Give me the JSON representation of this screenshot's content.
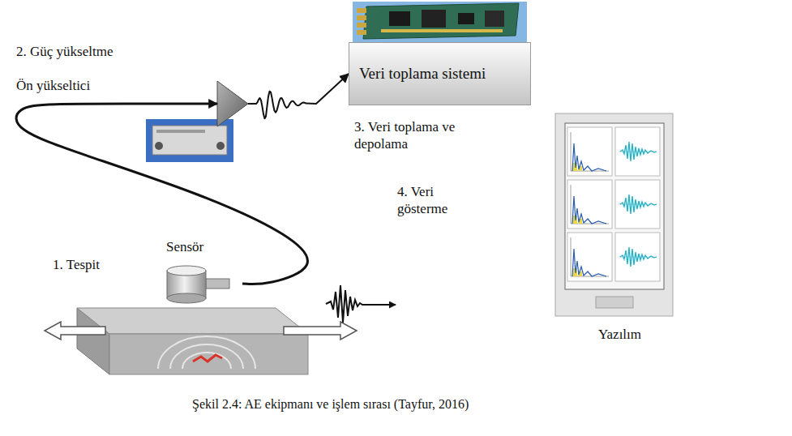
{
  "diagram": {
    "caption": "Şekil 2.4: AE ekipmanı ve işlem sırası (Tayfur, 2016)",
    "nodes": [
      {
        "text": [
          "Sensör"
        ]
      },
      {
        "text": [
          "Ön yükseltici"
        ]
      },
      {
        "text": [
          "Veri toplama sistemi"
        ]
      },
      {
        "text": [
          "Yazılım"
        ]
      }
    ],
    "edges": [
      {
        "from": 0,
        "to": 1,
        "arrow": "to"
      },
      {
        "from": 1,
        "to": 2,
        "arrow": "to"
      }
    ],
    "labels": [
      "2. Güç yükseltme",
      "3. Veri toplama ve depolama",
      "4. Veri gösterme",
      "1. Tespit"
    ]
  }
}
